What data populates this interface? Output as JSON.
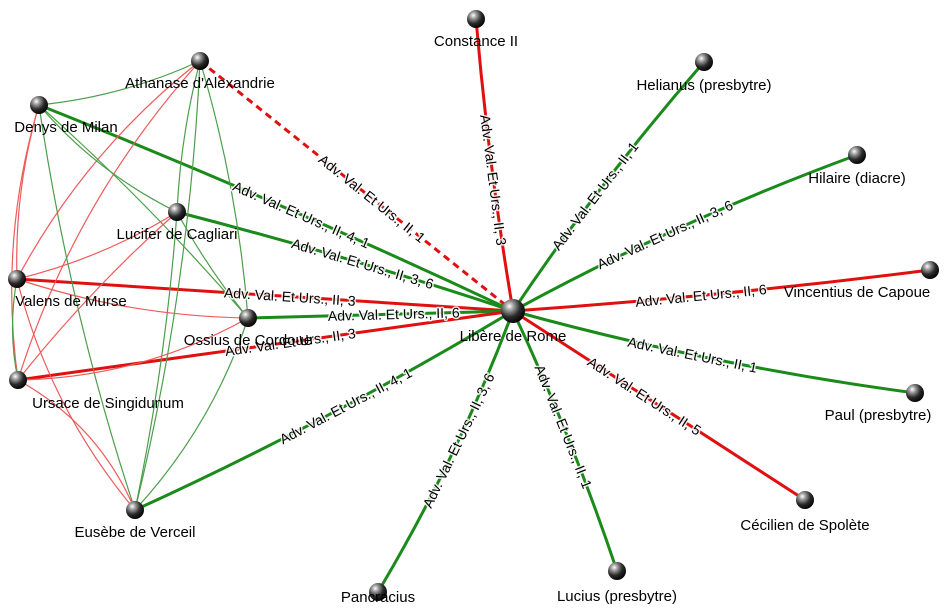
{
  "colors": {
    "green": "#1a8a1a",
    "red": "#e01010",
    "green_light": "#4c9e4c",
    "red_light": "#ef5a5a"
  },
  "nodes": [
    {
      "id": "libere",
      "label": "Libère de Rome"
    },
    {
      "id": "constance",
      "label": "Constance II"
    },
    {
      "id": "athanase",
      "label": "Athanase d'Alexandrie"
    },
    {
      "id": "denys",
      "label": "Denys de Milan"
    },
    {
      "id": "lucifer",
      "label": "Lucifer de Cagliari"
    },
    {
      "id": "valens",
      "label": "Valens de Murse"
    },
    {
      "id": "ossius",
      "label": "Ossius de Cordoue"
    },
    {
      "id": "ursace",
      "label": "Ursace de Singidunum"
    },
    {
      "id": "eusebe",
      "label": "Eusèbe de Verceil"
    },
    {
      "id": "pancracius",
      "label": "Pancracius"
    },
    {
      "id": "lucius",
      "label": "Lucius (presbytre)"
    },
    {
      "id": "cecilien",
      "label": "Cécilien de Spolète"
    },
    {
      "id": "paul",
      "label": "Paul (presbytre)"
    },
    {
      "id": "vincentius",
      "label": "Vincentius de Capoue"
    },
    {
      "id": "hilaire",
      "label": "Hilaire (diacre)"
    },
    {
      "id": "helianus",
      "label": "Helianus (presbytre)"
    }
  ],
  "edges": [
    {
      "source": "constance",
      "target": "libere",
      "color": "red",
      "label": "Adv. Val. Et Urs., II, 3"
    },
    {
      "source": "athanase",
      "target": "libere",
      "color": "red",
      "dashed": true,
      "label": "Adv. Val. Et Urs., II, 1"
    },
    {
      "source": "denys",
      "target": "libere",
      "color": "green",
      "label": "Adv. Val. Et Urs., II, 4, 1"
    },
    {
      "source": "lucifer",
      "target": "libere",
      "color": "green",
      "label": "Adv. Val. Et Urs., II, 3, 6"
    },
    {
      "source": "valens",
      "target": "libere",
      "color": "red",
      "label": "Adv. Val. Et Urs., II, 3"
    },
    {
      "source": "ossius",
      "target": "libere",
      "color": "green",
      "label": "Adv. Val. Et Urs., II, 6"
    },
    {
      "source": "ursace",
      "target": "libere",
      "color": "red",
      "label": "Adv. Val. Et Urs., II, 3"
    },
    {
      "source": "eusebe",
      "target": "libere",
      "color": "green",
      "label": "Adv. Val. Et Urs., II, 4, 1"
    },
    {
      "source": "pancracius",
      "target": "libere",
      "color": "green",
      "label": "Adv. Val. Et Urs., II, 3, 6"
    },
    {
      "source": "lucius",
      "target": "libere",
      "color": "green",
      "label": "Adv. Val. Et Urs., II, 1"
    },
    {
      "source": "cecilien",
      "target": "libere",
      "color": "red",
      "label": "Adv. Val. Et Urs., II, 5"
    },
    {
      "source": "paul",
      "target": "libere",
      "color": "green",
      "label": "Adv. Val. Et Urs., II, 1"
    },
    {
      "source": "vincentius",
      "target": "libere",
      "color": "red",
      "label": "Adv. Val. Et Urs., II, 6"
    },
    {
      "source": "hilaire",
      "target": "libere",
      "color": "green",
      "label": "Adv. Val. Et Urs., II, 3, 6"
    },
    {
      "source": "helianus",
      "target": "libere",
      "color": "green",
      "label": "Adv. Val. Et Urs., II, 1"
    },
    {
      "source": "athanase",
      "target": "denys",
      "color": "green"
    },
    {
      "source": "athanase",
      "target": "lucifer",
      "color": "green"
    },
    {
      "source": "athanase",
      "target": "ossius",
      "color": "green"
    },
    {
      "source": "athanase",
      "target": "eusebe",
      "color": "green"
    },
    {
      "source": "athanase",
      "target": "valens",
      "color": "red"
    },
    {
      "source": "athanase",
      "target": "ursace",
      "color": "red"
    },
    {
      "source": "denys",
      "target": "lucifer",
      "color": "green"
    },
    {
      "source": "denys",
      "target": "ossius",
      "color": "green"
    },
    {
      "source": "denys",
      "target": "eusebe",
      "color": "green"
    },
    {
      "source": "denys",
      "target": "valens",
      "color": "red"
    },
    {
      "source": "denys",
      "target": "ursace",
      "color": "red"
    },
    {
      "source": "lucifer",
      "target": "ossius",
      "color": "green"
    },
    {
      "source": "lucifer",
      "target": "eusebe",
      "color": "green"
    },
    {
      "source": "lucifer",
      "target": "valens",
      "color": "red"
    },
    {
      "source": "lucifer",
      "target": "ursace",
      "color": "red"
    },
    {
      "source": "valens",
      "target": "ossius",
      "color": "red"
    },
    {
      "source": "valens",
      "target": "ursace",
      "color": "green"
    },
    {
      "source": "valens",
      "target": "eusebe",
      "color": "red"
    },
    {
      "source": "ossius",
      "target": "ursace",
      "color": "red"
    },
    {
      "source": "ossius",
      "target": "eusebe",
      "color": "green"
    },
    {
      "source": "ursace",
      "target": "eusebe",
      "color": "red"
    }
  ]
}
